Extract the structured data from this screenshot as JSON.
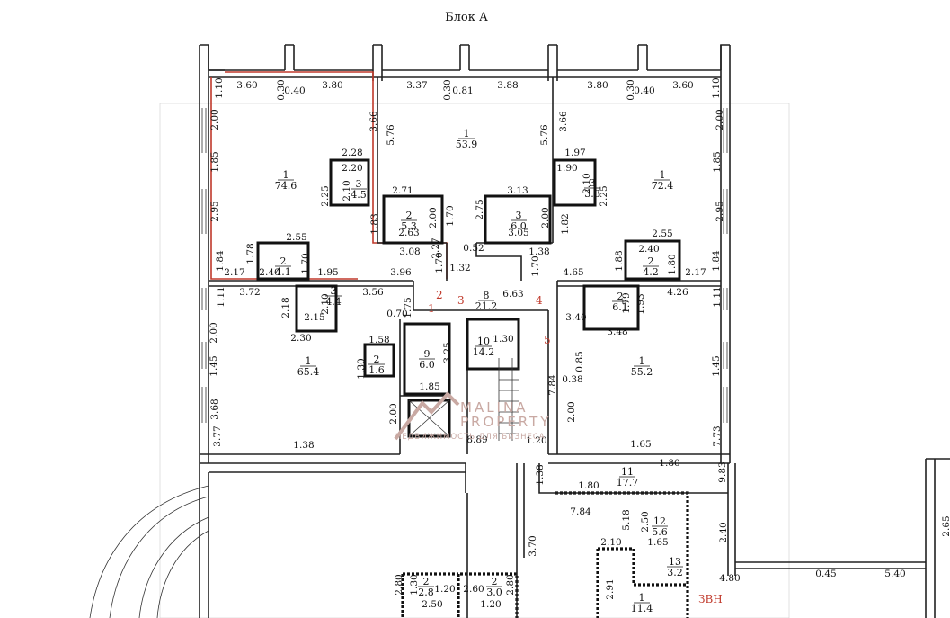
{
  "title": "Блок А",
  "watermark": {
    "line1": "MALINA",
    "line2": "PROPERTY",
    "tagline": "НЕДВИЖИМОСТЬ ДЛЯ БИЗНЕСА"
  },
  "labels": {
    "ref1": "1",
    "ref2": "2",
    "ref3": "3",
    "ref4": "4",
    "ref5": "5",
    "zvn": "ЗВН"
  },
  "rooms": [
    {
      "num": "1",
      "area": "74.6"
    },
    {
      "num": "1",
      "area": "53.9"
    },
    {
      "num": "1",
      "area": "72.4"
    },
    {
      "num": "3",
      "area": "4.5"
    },
    {
      "num": "2",
      "area": "5.3"
    },
    {
      "num": "3",
      "area": "6.0"
    },
    {
      "num": "3",
      "area": "3.8"
    },
    {
      "num": "2",
      "area": "4.1"
    },
    {
      "num": "2",
      "area": "4.2"
    },
    {
      "num": "3",
      "area": "4.4"
    },
    {
      "num": "8",
      "area": "21.2"
    },
    {
      "num": "2",
      "area": "6.1"
    },
    {
      "num": "1",
      "area": "65.4"
    },
    {
      "num": "2",
      "area": "1.6"
    },
    {
      "num": "9",
      "area": "6.0"
    },
    {
      "num": "10",
      "area": "14.2"
    },
    {
      "num": "1",
      "area": "55.2"
    },
    {
      "num": "11",
      "area": "17.7"
    },
    {
      "num": "12",
      "area": "5.6"
    },
    {
      "num": "13",
      "area": "3.2"
    },
    {
      "num": "1",
      "area": "11.4"
    },
    {
      "num": "2",
      "area": "2.8"
    },
    {
      "num": "2",
      "area": "3.0"
    }
  ],
  "dims": [
    "1.10",
    "3.60",
    "0.30",
    "0.40",
    "3.80",
    "3.37",
    "0.30",
    "0.81",
    "3.88",
    "3.80",
    "0.30",
    "0.40",
    "3.60",
    "1.10",
    "2.00",
    "3.66",
    "5.76",
    "5.76",
    "3.66",
    "2.00",
    "1.85",
    "2.28",
    "2.20",
    "2.10",
    "2.25",
    "1.97",
    "1.90",
    "2.10",
    "2.25",
    "1.85",
    "2.95",
    "2.71",
    "3.13",
    "2.00",
    "2.75",
    "2.00",
    "1.70",
    "1.83",
    "2.63",
    "1.82",
    "3.05",
    "2.95",
    "2.55",
    "3.08",
    "2.27",
    "0.52",
    "1.38",
    "2.55",
    "2.40",
    "1.78",
    "1.70",
    "1.84",
    "2.17",
    "2.40",
    "1.95",
    "3.96",
    "1.70",
    "1.32",
    "1.70",
    "4.65",
    "1.88",
    "1.80",
    "2.17",
    "1.84",
    "3.72",
    "3.56",
    "6.63",
    "4.26",
    "1.11",
    "2.18",
    "2.10",
    "2.15",
    "1.75",
    "0.70",
    "1.79",
    "1.93",
    "3.40",
    "3.48",
    "1.11",
    "2.30",
    "1.58",
    "3.25",
    "1.30",
    "2.00",
    "1.45",
    "1.30",
    "1.85",
    "0.85",
    "0.38",
    "7.84",
    "1.45",
    "2.00",
    "3.68",
    "2.00",
    "3.77",
    "1.38",
    "8.89",
    "1.20",
    "1.65",
    "7.73",
    "1.38",
    "1.80",
    "9.83",
    "1.80",
    "7.84",
    "5.18",
    "2.50",
    "2.10",
    "1.65",
    "2.40",
    "3.70",
    "4.80",
    "0.45",
    "5.40",
    "2.65",
    "2.80",
    "1.30",
    "1.20",
    "2.50",
    "2.60",
    "2.80",
    "1.20",
    "2.91",
    "3.05"
  ]
}
